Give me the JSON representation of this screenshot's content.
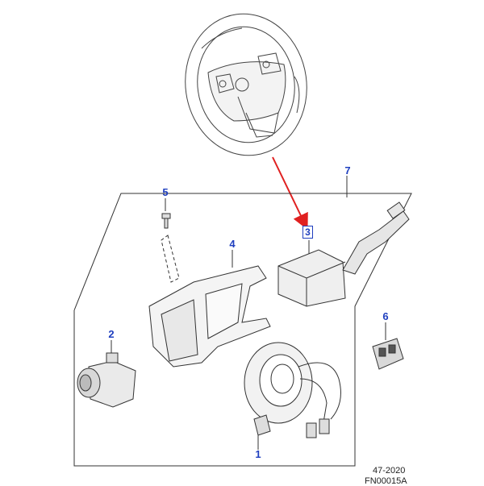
{
  "callouts": {
    "c1": "1",
    "c2": "2",
    "c3": "3",
    "c4": "4",
    "c5": "5",
    "c6": "6",
    "c7": "7"
  },
  "footer": {
    "date_code": "47-2020",
    "figure_code": "FN00015A"
  },
  "colors": {
    "callout": "#1f3fbf",
    "arrow": "#e02020",
    "line": "#333333"
  }
}
